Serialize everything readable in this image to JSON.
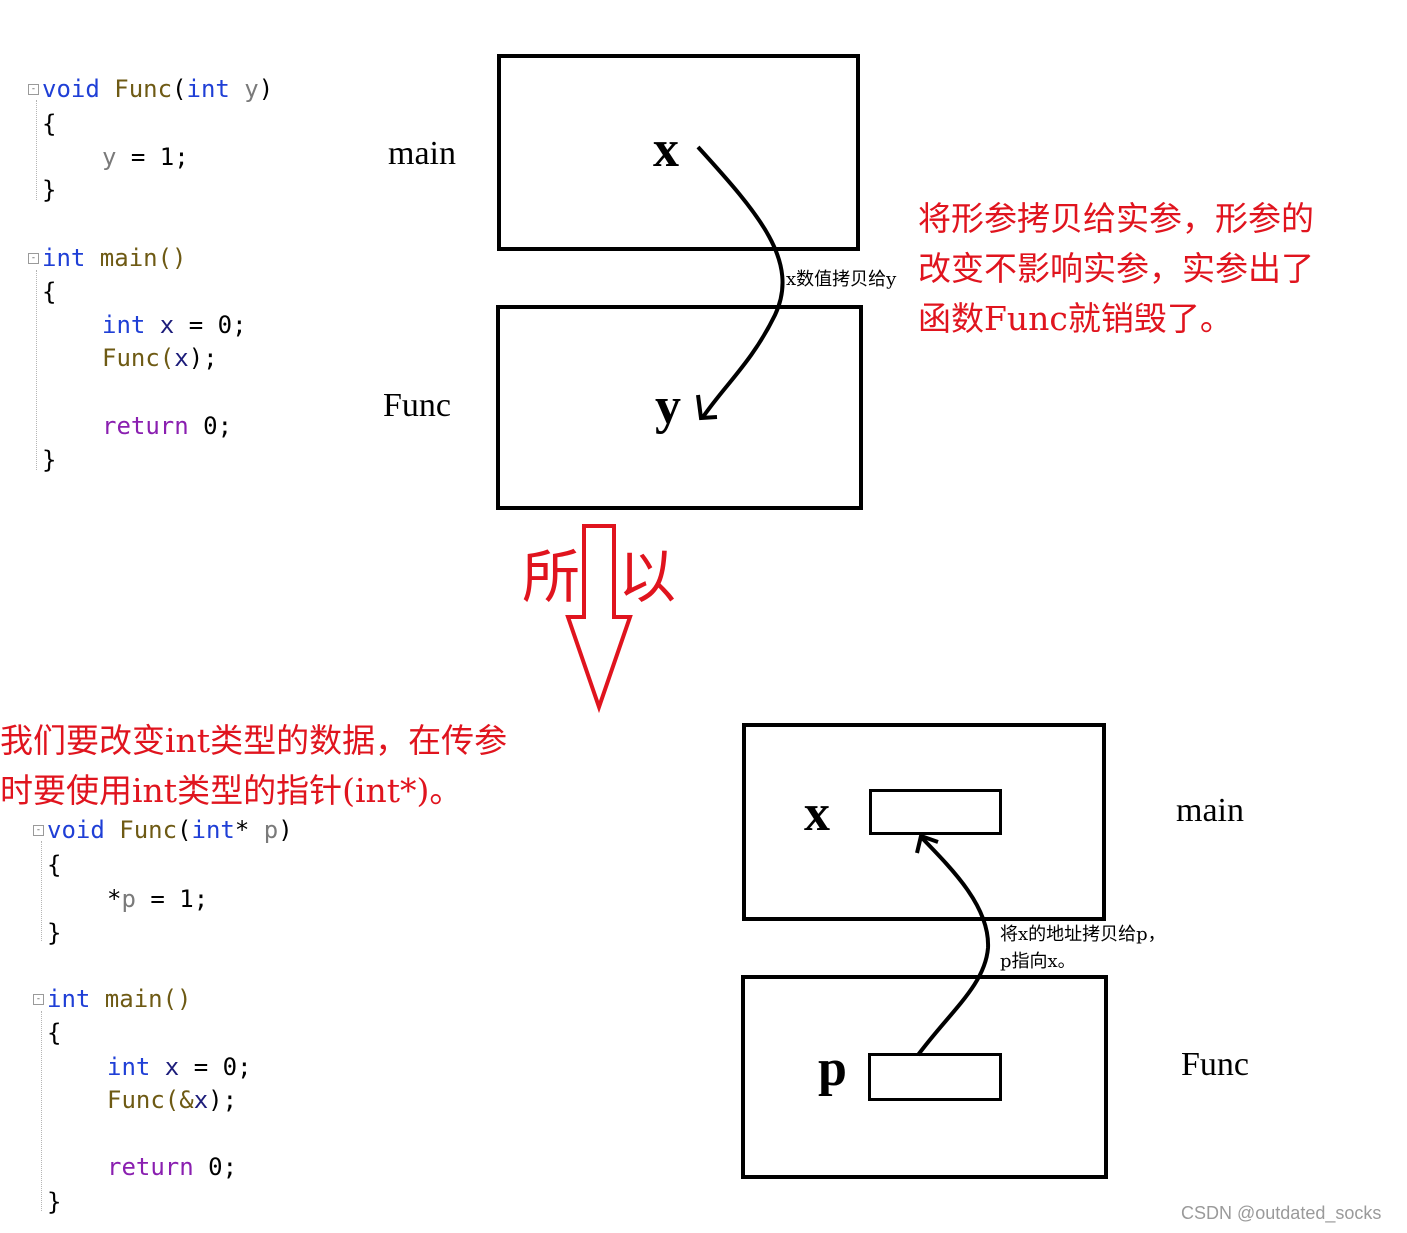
{
  "code_top": {
    "func_decl": [
      "void",
      "Func",
      "(",
      "int",
      " y",
      ")"
    ],
    "open_brace_1": "{",
    "assign": [
      "y",
      " = 1;"
    ],
    "close_brace_1": "}",
    "main_decl": [
      "int",
      " main()"
    ],
    "open_brace_2": "{",
    "decl_x": [
      "int",
      " x",
      " = 0;"
    ],
    "call": [
      "Func(",
      "x",
      ");"
    ],
    "ret": [
      "return",
      " 0;"
    ],
    "close_brace_2": "}"
  },
  "code_bottom": {
    "func_decl": [
      "void",
      "Func",
      "(",
      "int",
      "*",
      " p",
      ")"
    ],
    "open_brace_1": "{",
    "assign": [
      "*",
      "p",
      " = 1;"
    ],
    "close_brace_1": "}",
    "main_decl": [
      "int",
      " main()"
    ],
    "open_brace_2": "{",
    "decl_x": [
      "int",
      " x",
      " = 0;"
    ],
    "call": [
      "Func(&",
      "x",
      ");"
    ],
    "ret": [
      "return",
      " 0;"
    ],
    "close_brace_2": "}"
  },
  "top_diagram": {
    "main_label": "main",
    "func_label": "Func",
    "var_x": "x",
    "var_y": "y",
    "arrow_note": "x数值拷贝给y"
  },
  "red_note_top": [
    "将形参拷贝给实参，形参的",
    "改变不影响实参，实参出了",
    "函数Func就销毁了。"
  ],
  "so_label": [
    "所",
    "以"
  ],
  "red_note_bottom": [
    "我们要改变int类型的数据，在传参",
    "时要使用int类型的指针(int*)。"
  ],
  "bottom_diagram": {
    "main_label": "main",
    "func_label": "Func",
    "var_x": "x",
    "var_p": "p",
    "arrow_note": [
      "将x的地址拷贝给p，",
      "p指向x。"
    ]
  },
  "watermark": "CSDN @outdated_socks",
  "colors": {
    "red": "#e0141e",
    "keyword": "#1f3fd6",
    "return_keyword": "#8a1fb0",
    "function_name": "#6e5a14"
  }
}
